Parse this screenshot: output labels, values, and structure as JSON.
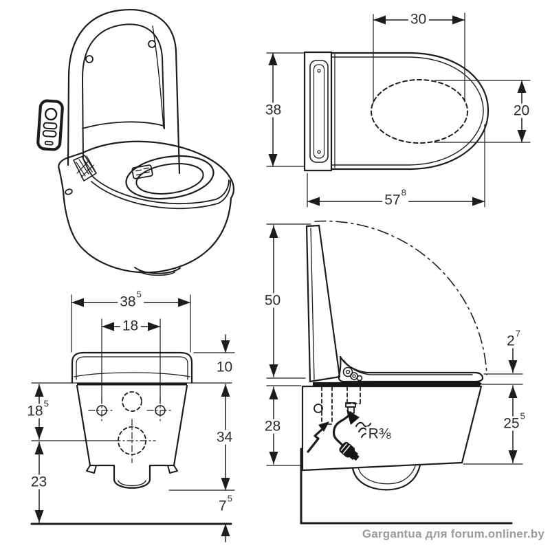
{
  "page": {
    "background": "#ffffff",
    "line_color": "#1c1c1c"
  },
  "watermark": {
    "text": "Gargantua для forum.onliner.by",
    "color": "#9c9c9c"
  },
  "views": {
    "top": {
      "dims": {
        "seat_opening_length": {
          "value": "30",
          "sup": ""
        },
        "overall_width": {
          "value": "38",
          "sup": ""
        },
        "seat_opening_width": {
          "value": "20",
          "sup": ""
        },
        "overall_depth": {
          "value": "57",
          "sup": "8"
        }
      }
    },
    "back": {
      "dims": {
        "overall_width": {
          "value": "38",
          "sup": "5"
        },
        "fixing_centres": {
          "value": "18",
          "sup": ""
        },
        "seat_section_height": {
          "value": "10",
          "sup": ""
        },
        "rim_to_outlet": {
          "value": "18",
          "sup": "5"
        },
        "body_height": {
          "value": "34",
          "sup": ""
        },
        "outlet_to_floor": {
          "value": "23",
          "sup": ""
        },
        "clearance_below": {
          "value": "7",
          "sup": "5"
        }
      }
    },
    "side": {
      "dims": {
        "open_lid_height": {
          "value": "50",
          "sup": ""
        },
        "seat_thickness": {
          "value": "2",
          "sup": "7"
        },
        "rear_body_height": {
          "value": "28",
          "sup": ""
        },
        "front_body_height": {
          "value": "25",
          "sup": "5"
        }
      },
      "thread_label": "R⅜"
    }
  },
  "symbols": {
    "electric": "lightning-arrow-icon",
    "water": "water-supply-arrow-icon",
    "plug": "power-plug-icon",
    "swing": "lid-swing-arc"
  }
}
